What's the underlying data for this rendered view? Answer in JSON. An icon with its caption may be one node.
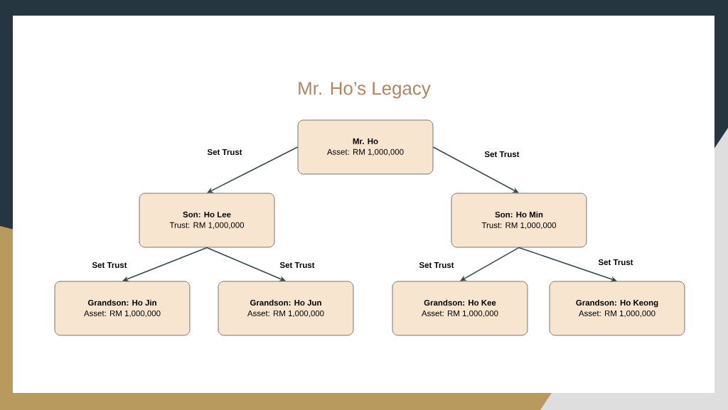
{
  "diagram": {
    "title": "Mr. Ho’s Legacy",
    "nodes": [
      {
        "text": [
          "Mr. Ho",
          "Asset: RM 1,000,000"
        ]
      },
      {
        "text": [
          "Son: Ho Lee",
          "Trust: RM 1,000,000"
        ]
      },
      {
        "text": [
          "Son: Ho Min",
          "Trust: RM 1,000,000"
        ]
      },
      {
        "text": [
          "Grandson: Ho Jin",
          "Asset: RM 1,000,000"
        ]
      },
      {
        "text": [
          "Grandson: Ho Jun",
          "Asset: RM 1,000,000"
        ]
      },
      {
        "text": [
          "Grandson: Ho Kee",
          "Asset: RM 1,000,000"
        ]
      },
      {
        "text": [
          "Grandson: Ho Keong",
          "Asset: RM 1,000,000"
        ]
      }
    ],
    "edges": [
      {
        "from": 0,
        "to": 1,
        "arrow": "to",
        "label": "Set Trust"
      },
      {
        "from": 0,
        "to": 2,
        "arrow": "to",
        "label": "Set Trust"
      },
      {
        "from": 1,
        "to": 3,
        "arrow": "to",
        "label": "Set Trust"
      },
      {
        "from": 1,
        "to": 4,
        "arrow": "to",
        "label": "Set Trust"
      },
      {
        "from": 2,
        "to": 5,
        "arrow": "to",
        "label": "Set Trust"
      },
      {
        "from": 2,
        "to": 6,
        "arrow": "to",
        "label": "Set Trust"
      }
    ]
  }
}
